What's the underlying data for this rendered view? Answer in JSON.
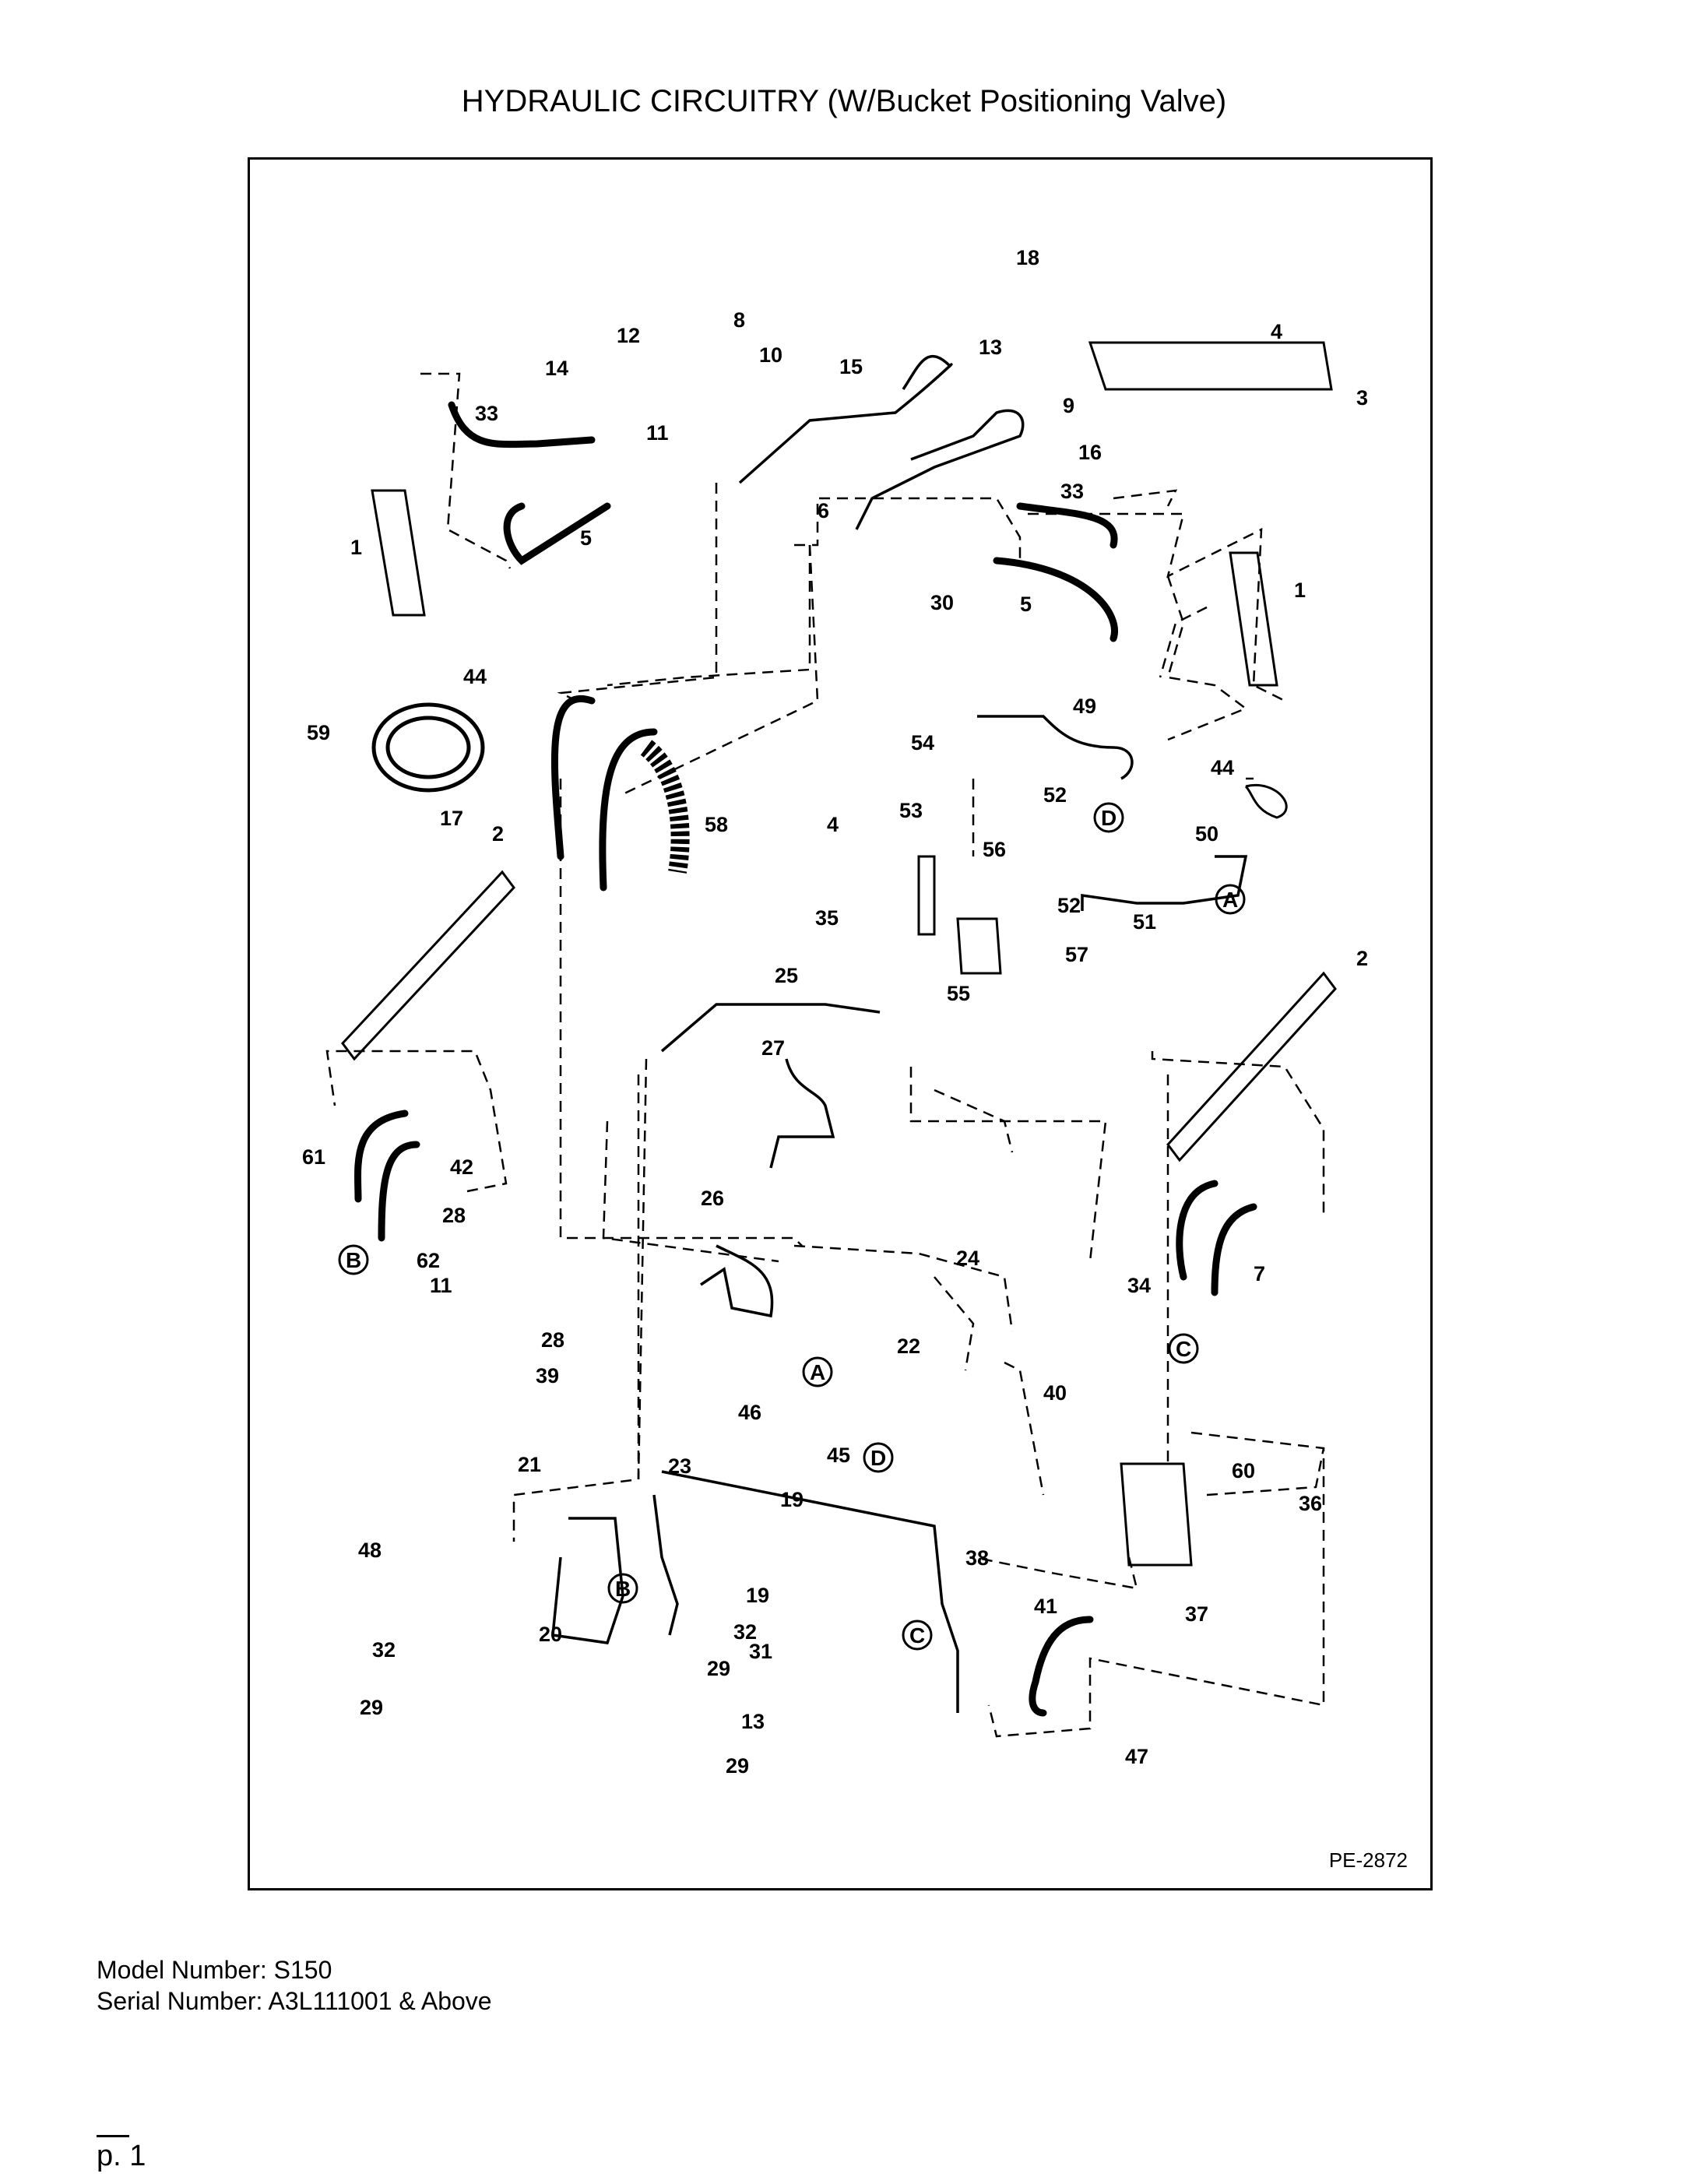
{
  "title": "HYDRAULIC CIRCUITRY (W/Bucket Positioning Valve)",
  "figure_code": "PE-2872",
  "model_number": "Model Number: S150",
  "serial_number": "Serial Number: A3L111001 & Above",
  "page": "p. 1",
  "callouts": [
    "18",
    "4",
    "3",
    "13",
    "9",
    "12",
    "8",
    "10",
    "14",
    "11",
    "15",
    "33",
    "16",
    "6",
    "33",
    "1",
    "5",
    "30",
    "5",
    "1",
    "44",
    "44",
    "59",
    "17",
    "49",
    "54",
    "52",
    "50",
    "53",
    "4",
    "58",
    "2",
    "56",
    "52",
    "51",
    "35",
    "57",
    "2",
    "25",
    "55",
    "27",
    "61",
    "42",
    "28",
    "11",
    "62",
    "24",
    "34",
    "7",
    "28",
    "39",
    "26",
    "22",
    "40",
    "46",
    "45",
    "21",
    "23",
    "19",
    "60",
    "36",
    "48",
    "38",
    "19",
    "37",
    "32",
    "20",
    "29",
    "31",
    "41",
    "13",
    "29",
    "47",
    "32",
    "29"
  ],
  "circle_letters": [
    "D",
    "A",
    "B",
    "C",
    "A",
    "D",
    "B",
    "C"
  ]
}
